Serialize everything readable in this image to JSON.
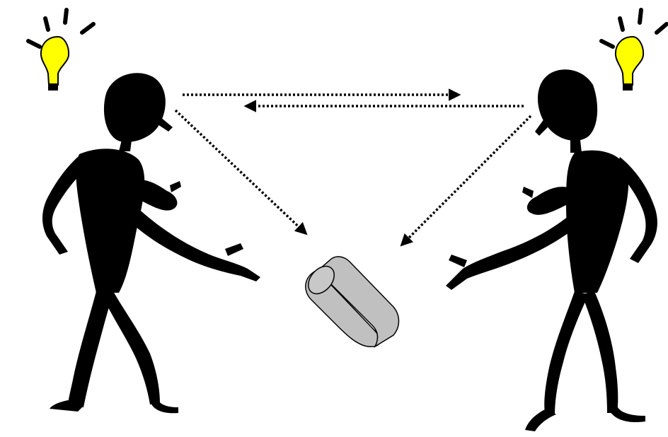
{
  "diagram": {
    "left_figure": {
      "icon": "stick-figure-pointing-right",
      "idea": "lightbulb-icon"
    },
    "right_figure": {
      "icon": "stick-figure-pointing-left",
      "idea": "lightbulb-icon"
    },
    "object": {
      "icon": "cylinder-icon"
    },
    "connections": [
      {
        "from": "left_figure",
        "to": "right_figure",
        "style": "dotted-arrow"
      },
      {
        "from": "right_figure",
        "to": "left_figure",
        "style": "dotted-arrow"
      },
      {
        "from": "left_figure",
        "to": "object",
        "style": "dotted-arrow"
      },
      {
        "from": "right_figure",
        "to": "object",
        "style": "dotted-arrow"
      }
    ]
  },
  "colors": {
    "figure": "#000000",
    "bulb": "#ffff00",
    "cylinder": "#c0c0c0",
    "background": "#ffffff"
  }
}
